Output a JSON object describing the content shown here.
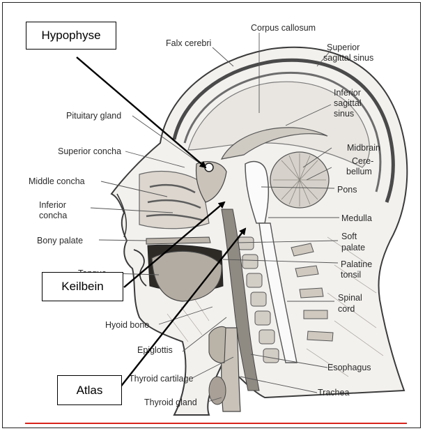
{
  "callouts": {
    "hypophyse": "Hypophyse",
    "keilbein": "Keilbein",
    "atlas": "Atlas"
  },
  "labels": {
    "corpus_callosum": "Corpus callosum",
    "falx_cerebri": "Falx cerebri",
    "superior_sagittal_sinus_1": "Superior",
    "superior_sagittal_sinus_2": "sagittal sinus",
    "inferior_sagittal_sinus_1": "Inferior",
    "inferior_sagittal_sinus_2": "sagittal",
    "inferior_sagittal_sinus_3": "sinus",
    "pituitary_gland": "Pituitary gland",
    "superior_concha": "Superior concha",
    "middle_concha": "Middle concha",
    "inferior_concha_1": "Inferior",
    "inferior_concha_2": "concha",
    "midbrain": "Midbrain",
    "cerebellum_1": "Cere-",
    "cerebellum_2": "bellum",
    "pons": "Pons",
    "medulla": "Medulla",
    "bony_palate": "Bony palate",
    "soft_palate_1": "Soft",
    "soft_palate_2": "palate",
    "palatine_tonsil_1": "Palatine",
    "palatine_tonsil_2": "tonsil",
    "tongue": "Tongue",
    "spinal_cord_1": "Spinal",
    "spinal_cord_2": "cord",
    "hyoid_bone": "Hyoid bone",
    "epiglottis": "Epiglottis",
    "esophagus": "Esophagus",
    "thyroid_cartilage": "Thyroid cartilage",
    "trachea": "Trachea",
    "thyroid_gland": "Thyroid gland"
  },
  "colors": {
    "accent_line": "#d9241c"
  }
}
